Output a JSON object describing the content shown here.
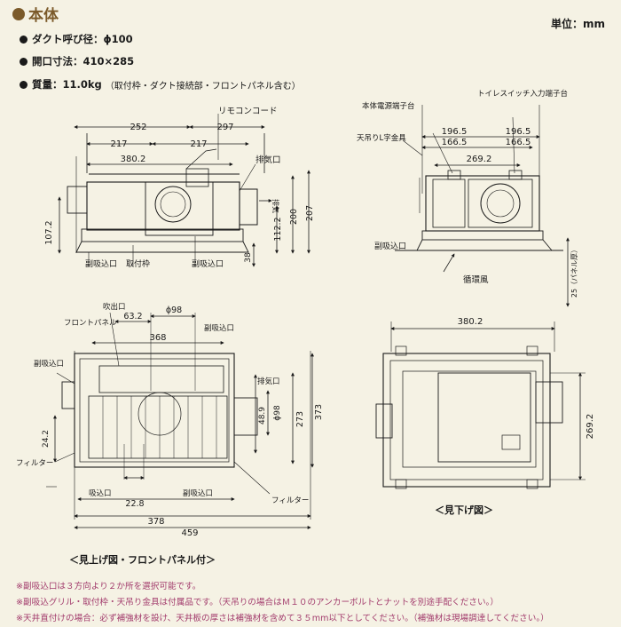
{
  "header": {
    "title": "本体",
    "unit": "単位：mm"
  },
  "specs": [
    {
      "label": "ダクト呼び径：ϕ100",
      "sub": ""
    },
    {
      "label": "開口寸法：410×285",
      "sub": ""
    },
    {
      "label": "質量：11.0kg",
      "sub": "（取付枠・ダクト接続部・フロントパネル含む）"
    }
  ],
  "diagram_labels": {
    "remocon_cord": "リモコンコード",
    "exhaust_port": "排気口",
    "exhaust": "排気",
    "sub_inlet": "副吸込口",
    "mount_frame": "取付枠",
    "body_power_terminal": "本体電源端子台",
    "toilet_switch_terminal": "トイレスイッチ入力端子台",
    "ceiling_bracket": "天吊りL字金具",
    "circulating_air": "循環風",
    "panel_thickness": "25（パネル厚）",
    "blow_port": "吹出口",
    "front_panel": "フロントパネル",
    "filter": "フィルター",
    "inlet_port": "吸込口",
    "view_up_caption": "＜見上げ図・フロントパネル付＞",
    "view_down_caption": "＜見下げ図＞"
  },
  "dimensions": {
    "d252": "252",
    "d297": "297",
    "d217a": "217",
    "d217b": "217",
    "d380_2a": "380.2",
    "d107_2": "107.2",
    "d112_2": "112.2",
    "d200": "200",
    "d207": "207",
    "d38": "38",
    "d196_5a": "196.5",
    "d196_5b": "196.5",
    "d166_5a": "166.5",
    "d166_5b": "166.5",
    "d269_2a": "269.2",
    "d63_2": "63.2",
    "dphi98a": "ϕ98",
    "d368": "368",
    "d48_9": "48.9",
    "dphi98b": "ϕ98",
    "d273": "273",
    "d373": "373",
    "d24_2": "24.2",
    "d22_8": "22.8",
    "d378": "378",
    "d459": "459",
    "d380_2b": "380.2",
    "d269_2b": "269.2"
  },
  "notes": [
    "※副吸込口は３方向より２か所を選択可能です。",
    "※副吸込グリル・取付枠・天吊り金具は付属品です。（天吊りの場合はＭ１０のアンカーボルトとナットを別途手配ください。）",
    "※天井直付けの場合：必ず補強材を設け、天井板の厚さは補強材を含めて３５mm以下としてください。（補強材は現場調達してください。）"
  ]
}
